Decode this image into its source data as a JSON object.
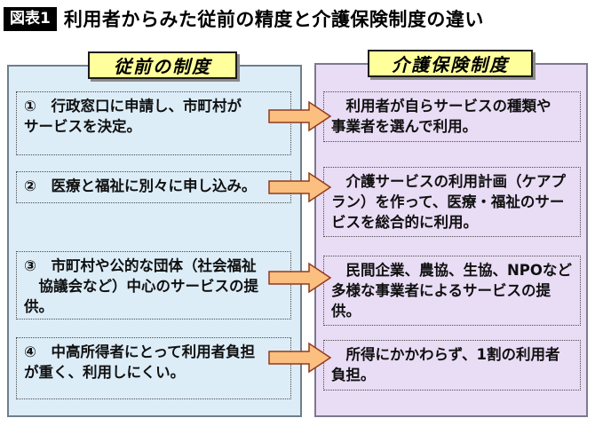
{
  "title": {
    "figure_label": "図表1",
    "text": "利用者からみた従前の精度と介護保険制度の違い"
  },
  "left_panel": {
    "header": "従前の制度",
    "items": [
      {
        "text": "①　行政窓口に申請し、市町村が\nサービスを決定。"
      },
      {
        "text": "②　医療と福祉に別々に申し込み。"
      },
      {
        "text": "③　市町村や公的な団体（社会福祉\n　協議会など）中心のサービスの提\n供。"
      },
      {
        "text": "④　中高所得者にとって利用者負担\nが重く、利用しにくい。"
      }
    ]
  },
  "right_panel": {
    "header": "介護保険制度",
    "items": [
      {
        "text": "　利用者が自らサービスの種類や\n事業者を選んで利用。"
      },
      {
        "text": "　介護サービスの利用計画（ケアプ\nラン）を作って、医療・福祉のサー\nビスを総合的に利用。"
      },
      {
        "text": "　民間企業、農協、生協、NPOなど\n多様な事業者によるサービスの提\n供。"
      },
      {
        "text": "　所得にかかわらず、1割の利用者\n負担。"
      }
    ]
  },
  "icons": {
    "arrow": "block-arrow-right-icon"
  },
  "colors": {
    "title_label_bg": "#000000",
    "title_label_fg": "#FFFFFF",
    "left_panel_bg": "#DCEDF8",
    "right_panel_bg": "#E9DCF5",
    "header_bg": "#FFFF9C",
    "arrow_fill": "#FBBF7F",
    "arrow_stroke": "#8F3B1F"
  }
}
